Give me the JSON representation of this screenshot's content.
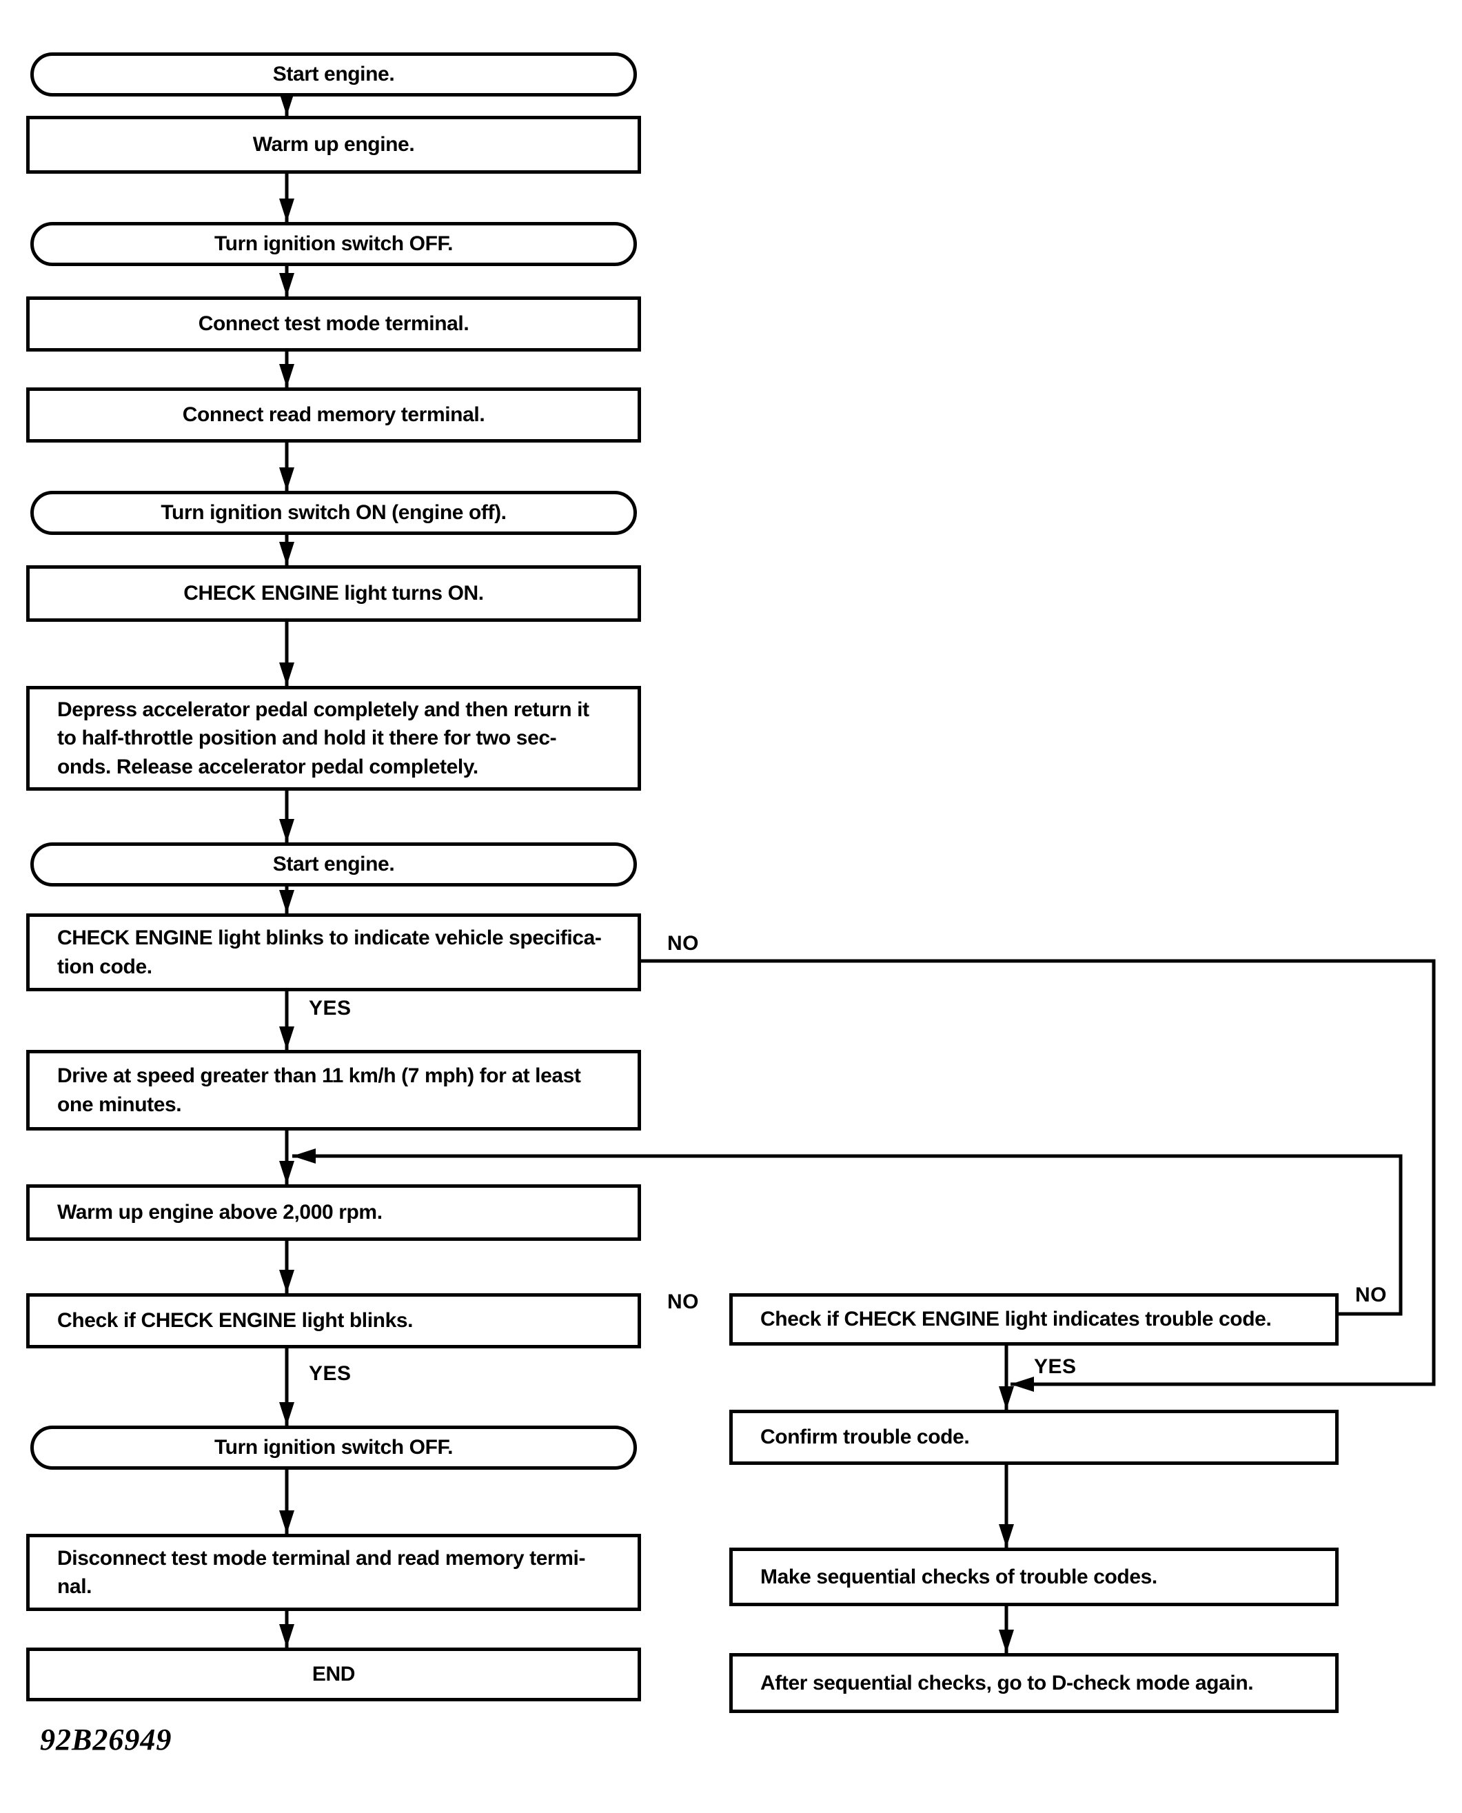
{
  "figure_code": "92B26949",
  "flowchart": {
    "left_column": {
      "nodes": [
        {
          "id": "start-engine-1",
          "shape": "rounded",
          "label": "Start engine."
        },
        {
          "id": "warm-up-engine",
          "shape": "rect",
          "label": "Warm up engine."
        },
        {
          "id": "turn-ignition-off-1",
          "shape": "rounded",
          "label": "Turn ignition switch OFF."
        },
        {
          "id": "connect-test-mode-terminal",
          "shape": "rect",
          "label": "Connect test mode terminal."
        },
        {
          "id": "connect-read-memory-terminal",
          "shape": "rect",
          "label": "Connect read memory terminal."
        },
        {
          "id": "turn-ignition-on-engine-off",
          "shape": "rounded",
          "label": "Turn ignition switch ON (engine off)."
        },
        {
          "id": "check-engine-light-turns-on",
          "shape": "rect",
          "label": "CHECK ENGINE light turns ON."
        },
        {
          "id": "depress-accelerator",
          "shape": "rect",
          "label": "Depress accelerator pedal completely and then return it\nto half-throttle position and hold it there for two sec-\nonds. Release accelerator pedal completely."
        },
        {
          "id": "start-engine-2",
          "shape": "rounded",
          "label": "Start engine."
        },
        {
          "id": "check-engine-blinks-spec-code",
          "shape": "rect",
          "label": "CHECK ENGINE light blinks to indicate vehicle specifica-\ntion code."
        },
        {
          "id": "drive-at-speed",
          "shape": "rect",
          "label": "Drive at speed greater than 11 km/h (7 mph) for at least\none minutes."
        },
        {
          "id": "warm-up-above-2000-rpm",
          "shape": "rect",
          "label": "Warm up engine above 2,000 rpm."
        },
        {
          "id": "check-if-light-blinks",
          "shape": "rect",
          "label": "Check if CHECK ENGINE light blinks."
        },
        {
          "id": "turn-ignition-off-2",
          "shape": "rounded",
          "label": "Turn ignition switch OFF."
        },
        {
          "id": "disconnect-terminals",
          "shape": "rect",
          "label": "Disconnect test mode terminal and read memory termi-\nnal."
        },
        {
          "id": "end",
          "shape": "rect",
          "label": "END"
        }
      ]
    },
    "right_column": {
      "nodes": [
        {
          "id": "check-if-light-indicates-trouble-code",
          "shape": "rect",
          "label": "Check if CHECK ENGINE light indicates trouble code."
        },
        {
          "id": "confirm-trouble-code",
          "shape": "rect",
          "label": "Confirm trouble code."
        },
        {
          "id": "make-sequential-checks",
          "shape": "rect",
          "label": "Make sequential checks of trouble codes."
        },
        {
          "id": "after-sequential-checks",
          "shape": "rect",
          "label": "After sequential checks, go to D-check mode again."
        }
      ]
    },
    "branch_labels": [
      {
        "id": "spec-code-no",
        "text": "NO",
        "from": "check-engine-blinks-spec-code",
        "to": "confirm-trouble-code"
      },
      {
        "id": "spec-code-yes",
        "text": "YES",
        "from": "check-engine-blinks-spec-code",
        "to": "drive-at-speed"
      },
      {
        "id": "light-blinks-no",
        "text": "NO",
        "from": "check-if-light-blinks",
        "to": "check-if-light-indicates-trouble-code"
      },
      {
        "id": "light-blinks-yes",
        "text": "YES",
        "from": "check-if-light-blinks",
        "to": "turn-ignition-off-2"
      },
      {
        "id": "trouble-code-no",
        "text": "NO",
        "from": "check-if-light-indicates-trouble-code",
        "to": "warm-up-above-2000-rpm"
      },
      {
        "id": "trouble-code-yes",
        "text": "YES",
        "from": "check-if-light-indicates-trouble-code",
        "to": "confirm-trouble-code"
      }
    ],
    "line_color": "#000000"
  }
}
